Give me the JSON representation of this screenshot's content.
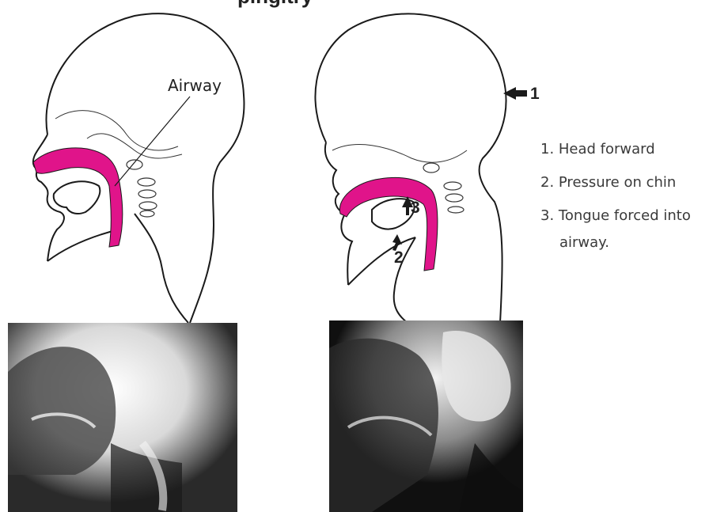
{
  "title_fragment": "pingitry",
  "left_diagram": {
    "airway_label": "Airway"
  },
  "right_diagram": {
    "markers": [
      "1",
      "2",
      "3"
    ]
  },
  "legend": {
    "items": [
      "1. Head forward",
      "2. Pressure on chin",
      "3. Tongue forced into",
      "airway."
    ]
  },
  "colors": {
    "airway": "#e0148a",
    "outline": "#1a1a1a",
    "text": "#3a3a3a"
  },
  "icons": [
    "arrow-left-icon",
    "arrow-up-icon",
    "arrow-up-right-icon"
  ]
}
